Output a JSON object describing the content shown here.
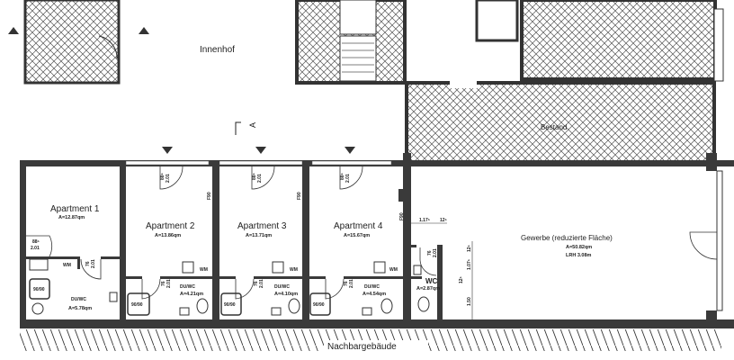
{
  "labels": {
    "courtyard": "Innenhof",
    "existing": "Bestand",
    "neighbour": "Nachbargebäude",
    "section_marker": "A"
  },
  "apartments": [
    {
      "name": "Apartment 1",
      "area": "A=12.87qm",
      "bath_name": "DU/WC",
      "bath_area": "A=5.78qm"
    },
    {
      "name": "Apartment 2",
      "area": "A=13.86qm",
      "bath_name": "DU/WC",
      "bath_area": "A=4.21qm"
    },
    {
      "name": "Apartment 3",
      "area": "A=13.71qm",
      "bath_name": "DU/WC",
      "bath_area": "A=4.10qm"
    },
    {
      "name": "Apartment 4",
      "area": "A=15.67qm",
      "bath_name": "DU/WC",
      "bath_area": "A=4.54qm"
    }
  ],
  "commercial": {
    "name": "Gewerbe (reduzierte Fläche)",
    "area": "A=50.82qm",
    "height": "LRH 3.08m"
  },
  "wc": {
    "name": "WC",
    "area": "A=2.87qm"
  },
  "fixtures": {
    "shower": "90/90",
    "washer": "WM",
    "fire": "F90"
  },
  "doors": {
    "main_width": "88⁵",
    "bath_width": "76",
    "height": "2.01"
  },
  "dimensions": {
    "d1": "1.17⁵",
    "d2": "12⁵",
    "d3": "1.07⁵",
    "d4": "12⁵",
    "d5": "1.50",
    "d6": "12⁵"
  }
}
